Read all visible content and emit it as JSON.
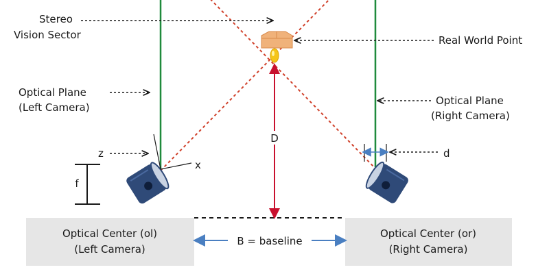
{
  "diagram": {
    "labels": {
      "stereo_vision_sector_line1": "Stereo",
      "stereo_vision_sector_line2": "Vision Sector",
      "real_world_point": "Real World Point",
      "optical_plane_left_line1": "Optical Plane",
      "optical_plane_left_line2": "(Left Camera)",
      "optical_plane_right_line1": "Optical Plane",
      "optical_plane_right_line2": "(Right Camera)",
      "distance": "D",
      "axis_z": "z",
      "axis_x": "x",
      "focal_length": "f",
      "offset_d": "d",
      "baseline": "B = baseline"
    },
    "boxes": {
      "left_line1": "Optical Center (ol)",
      "left_line2": "(Left Camera)",
      "right_line1": "Optical Center (or)",
      "right_line2": "(Right Camera)"
    },
    "colors": {
      "optical_plane": "#1f8a3c",
      "sight_line": "#d0402a",
      "distance_arrow": "#c8102e",
      "baseline_arrow": "#4a7fc1",
      "camera_body": "#2f4a78",
      "point_box": "#f0b27a",
      "point_marker": "#f5c518",
      "box_fill": "#e6e6e6"
    },
    "icons": [
      "camera-left-icon",
      "camera-right-icon",
      "real-world-point-icon"
    ]
  }
}
